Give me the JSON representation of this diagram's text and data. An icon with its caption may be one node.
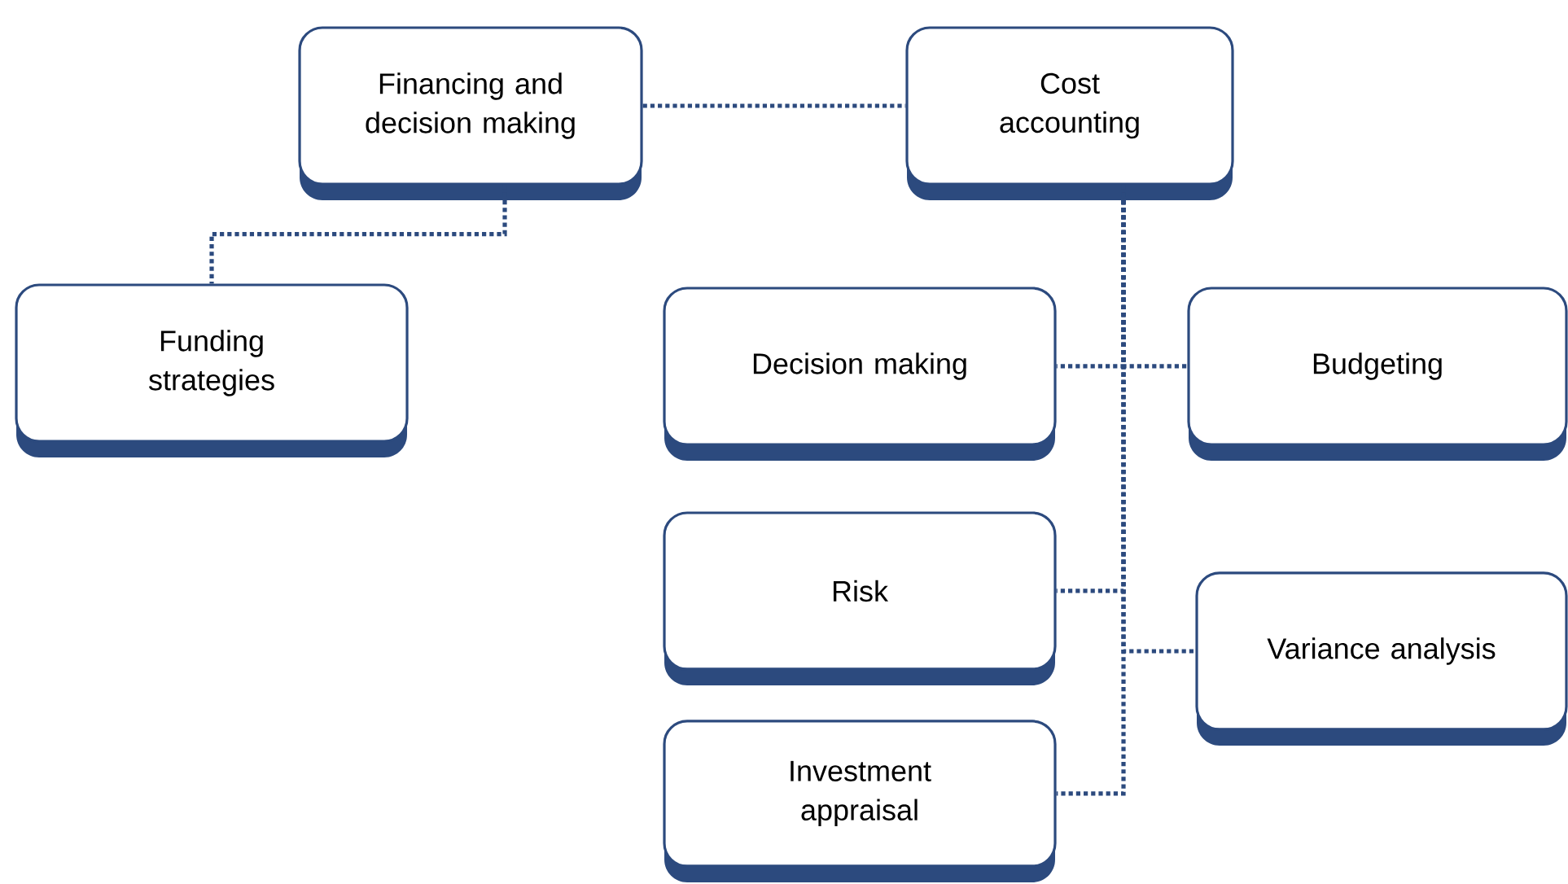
{
  "diagram": {
    "nodes": [
      {
        "text": [
          "Financing and decision making"
        ]
      },
      {
        "text": [
          "Cost accounting"
        ]
      },
      {
        "text": [
          "Funding strategies"
        ]
      },
      {
        "text": [
          "Decision making"
        ]
      },
      {
        "text": [
          "Budgeting"
        ]
      },
      {
        "text": [
          "Risk"
        ]
      },
      {
        "text": [
          "Variance analysis"
        ]
      },
      {
        "text": [
          "Investment appraisal"
        ]
      }
    ],
    "edges": [
      {
        "from": 0,
        "to": 1,
        "arrow": "none"
      },
      {
        "from": 0,
        "to": 2,
        "arrow": "none"
      },
      {
        "from": 1,
        "to": 3,
        "arrow": "none"
      },
      {
        "from": 1,
        "to": 4,
        "arrow": "none"
      },
      {
        "from": 1,
        "to": 5,
        "arrow": "none"
      },
      {
        "from": 1,
        "to": 6,
        "arrow": "none"
      },
      {
        "from": 1,
        "to": 7,
        "arrow": "none"
      }
    ]
  }
}
